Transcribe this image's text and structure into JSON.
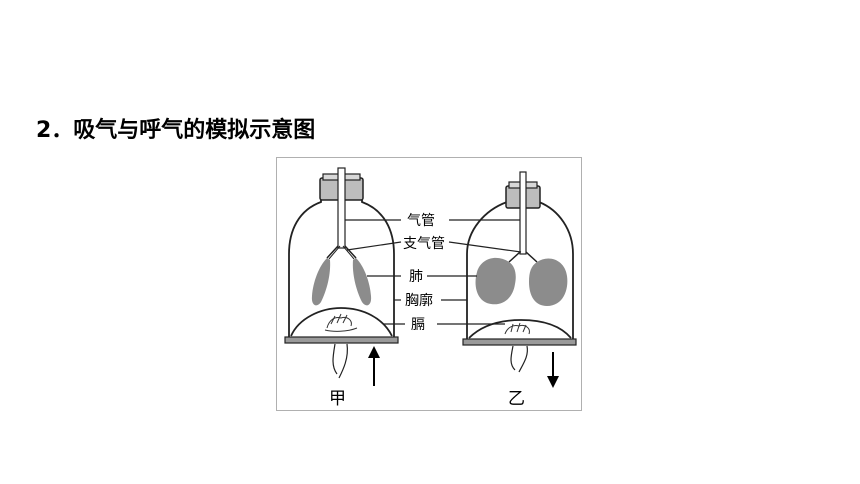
{
  "heading": "2．吸气与呼气的模拟示意图",
  "diagram": {
    "labels": {
      "trachea": "气管",
      "bronchi": "支气管",
      "lungs": "肺",
      "thorax": "胸廓",
      "diaphragm": "膈"
    },
    "captions": {
      "left": "甲",
      "right": "乙"
    },
    "colors": {
      "lung_fill": "#8c8c8c",
      "outline": "#222222"
    }
  }
}
